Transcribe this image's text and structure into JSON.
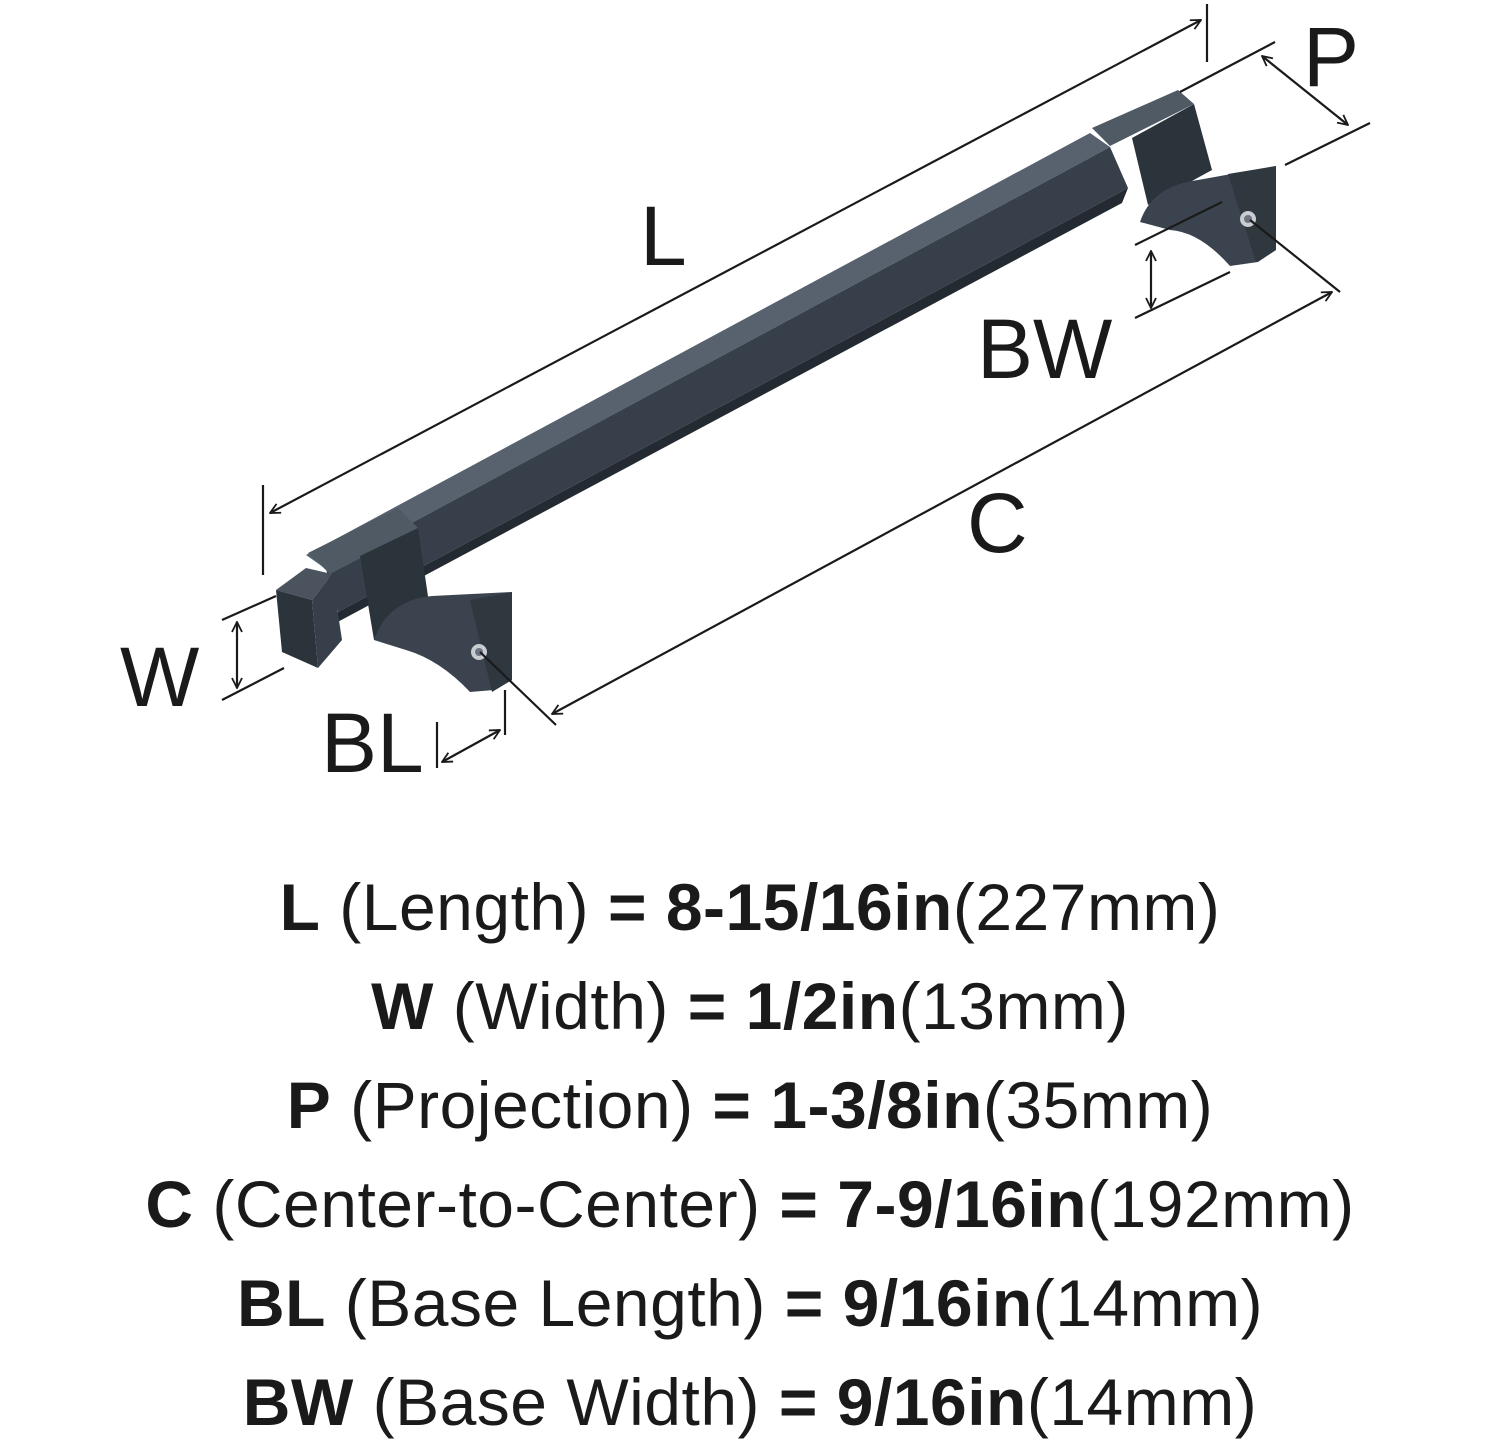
{
  "colors": {
    "metal": "#37404a",
    "metal_dark": "#232a31",
    "metal_light": "#58626e",
    "line": "#1a1a1a",
    "screw": "#c9ccd0"
  },
  "labels": {
    "L": "L",
    "P": "P",
    "BW": "BW",
    "C": "C",
    "W": "W",
    "BL": "BL"
  },
  "specs": [
    {
      "symbol": "L",
      "name": "(Length)",
      "eq": "=",
      "inches": "8-15/16in",
      "mm": "(227mm)"
    },
    {
      "symbol": "W",
      "name": "(Width)",
      "eq": "=",
      "inches": "1/2in",
      "mm": "(13mm)"
    },
    {
      "symbol": "P",
      "name": "(Projection)",
      "eq": "=",
      "inches": "1-3/8in",
      "mm": "(35mm)"
    },
    {
      "symbol": "C",
      "name": "(Center-to-Center)",
      "eq": "=",
      "inches": "7-9/16in",
      "mm": "(192mm)"
    },
    {
      "symbol": "BL",
      "name": "(Base Length)",
      "eq": "=",
      "inches": "9/16in",
      "mm": "(14mm)"
    },
    {
      "symbol": "BW",
      "name": "(Base Width)",
      "eq": "=",
      "inches": "9/16in",
      "mm": "(14mm)"
    }
  ]
}
